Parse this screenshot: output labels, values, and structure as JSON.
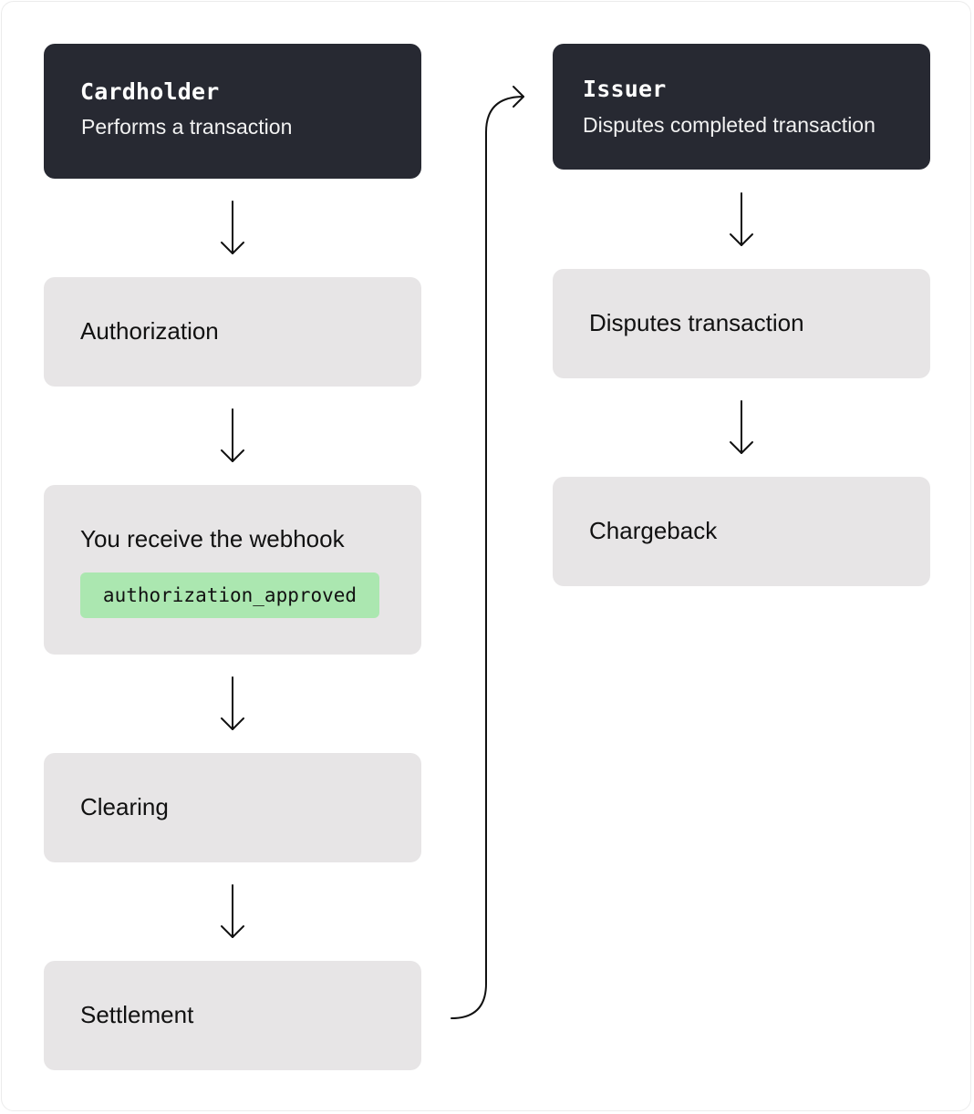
{
  "left_column": {
    "cardholder": {
      "title": "Cardholder",
      "subtitle": "Performs a transaction"
    },
    "authorization": {
      "label": "Authorization"
    },
    "webhook": {
      "label": "You receive the webhook",
      "code": "authorization_approved"
    },
    "clearing": {
      "label": "Clearing"
    },
    "settlement": {
      "label": "Settlement"
    }
  },
  "right_column": {
    "issuer": {
      "title": "Issuer",
      "subtitle": "Disputes completed transaction"
    },
    "disputes": {
      "label": "Disputes transaction"
    },
    "chargeback": {
      "label": "Chargeback"
    }
  },
  "colors": {
    "dark_box": "#272932",
    "light_box": "#e7e5e6",
    "code_badge": "#abe7b0",
    "arrow": "#111111"
  }
}
